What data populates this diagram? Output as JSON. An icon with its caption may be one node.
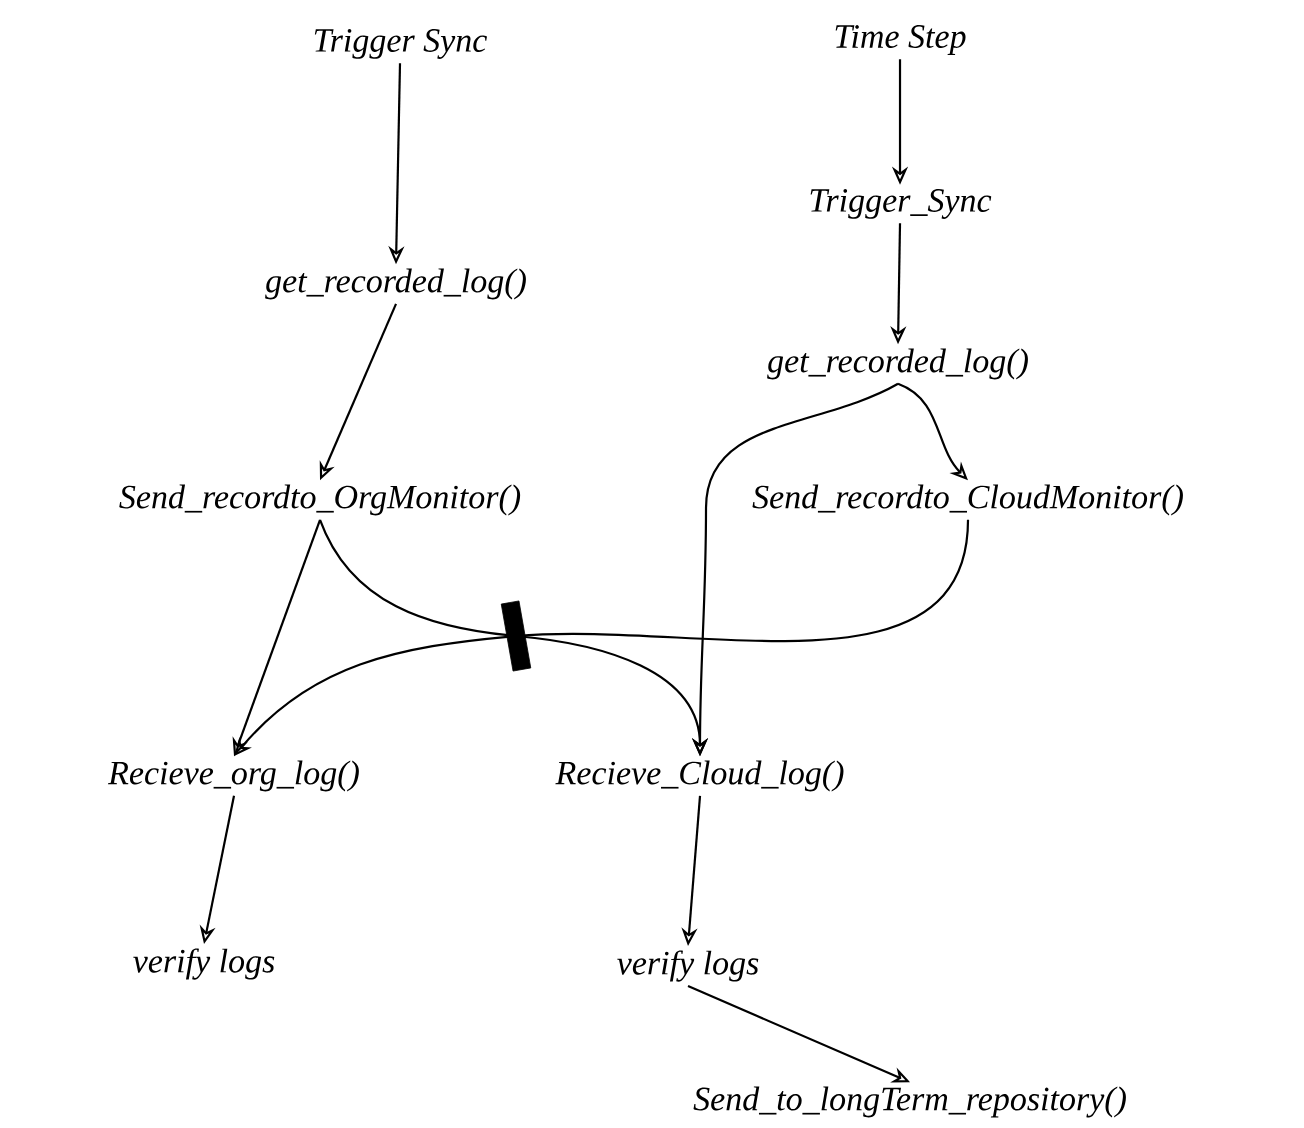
{
  "diagram": {
    "nodes": [
      {
        "text": [
          "Trigger Sync"
        ]
      },
      {
        "text": [
          "Time Step"
        ]
      },
      {
        "text": [
          "Trigger_Sync"
        ]
      },
      {
        "text": [
          "get_recorded_log()"
        ]
      },
      {
        "text": [
          "get_recorded_log()"
        ]
      },
      {
        "text": [
          "Send_recordto_OrgMonitor()"
        ]
      },
      {
        "text": [
          "Send_recordto_CloudMonitor()"
        ]
      },
      {
        "text": [],
        "shape": "bar"
      },
      {
        "text": [
          "Recieve_org_log()"
        ]
      },
      {
        "text": [
          "Recieve_Cloud_log()"
        ]
      },
      {
        "text": [
          "verify logs"
        ]
      },
      {
        "text": [
          "verify logs"
        ]
      },
      {
        "text": [
          "Send_to_longTerm_repository()"
        ]
      }
    ],
    "edges": [
      {
        "from": 0,
        "to": 3,
        "arrow": "to"
      },
      {
        "from": 1,
        "to": 2,
        "arrow": "to"
      },
      {
        "from": 2,
        "to": 4,
        "arrow": "to"
      },
      {
        "from": 3,
        "to": 5,
        "arrow": "to"
      },
      {
        "from": 4,
        "to": 6,
        "arrow": "to"
      },
      {
        "from": 4,
        "to": 9,
        "arrow": "to"
      },
      {
        "from": 5,
        "to": 8,
        "arrow": "to"
      },
      {
        "from": 5,
        "to": 7,
        "arrow": "none"
      },
      {
        "from": 6,
        "to": 7,
        "arrow": "none"
      },
      {
        "from": 7,
        "to": 8,
        "arrow": "to"
      },
      {
        "from": 7,
        "to": 9,
        "arrow": "to"
      },
      {
        "from": 8,
        "to": 10,
        "arrow": "to"
      },
      {
        "from": 9,
        "to": 11,
        "arrow": "to"
      },
      {
        "from": 11,
        "to": 12,
        "arrow": "to"
      }
    ]
  }
}
